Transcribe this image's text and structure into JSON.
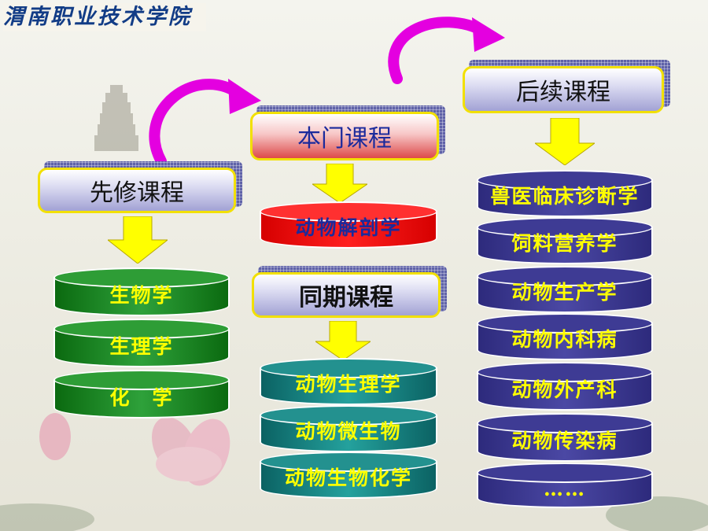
{
  "school_logo": "渭南职业技术学院",
  "headers": {
    "prereq": "先修课程",
    "current": "本门课程",
    "concurrent": "同期课程",
    "followup": "后续课程"
  },
  "prereq_courses": [
    "生物学",
    "生理学",
    "化　学"
  ],
  "current_course": "动物解剖学",
  "concurrent_courses": [
    "动物生理学",
    "动物微生物",
    "动物生物化学"
  ],
  "followup_courses": [
    "兽医临床诊断学",
    "饲料营养学",
    "动物生产学",
    "动物内科病",
    "动物外产科",
    "动物传染病",
    "……"
  ],
  "colors": {
    "green": "#1f8a28",
    "teal": "#1d8584",
    "navy": "#34318a",
    "red": "#ee1111",
    "label_yellow": "#ffff00",
    "arrow_yellow": "#ffff00",
    "curve_magenta": "#e400e0",
    "header_border": "#f2e000"
  }
}
